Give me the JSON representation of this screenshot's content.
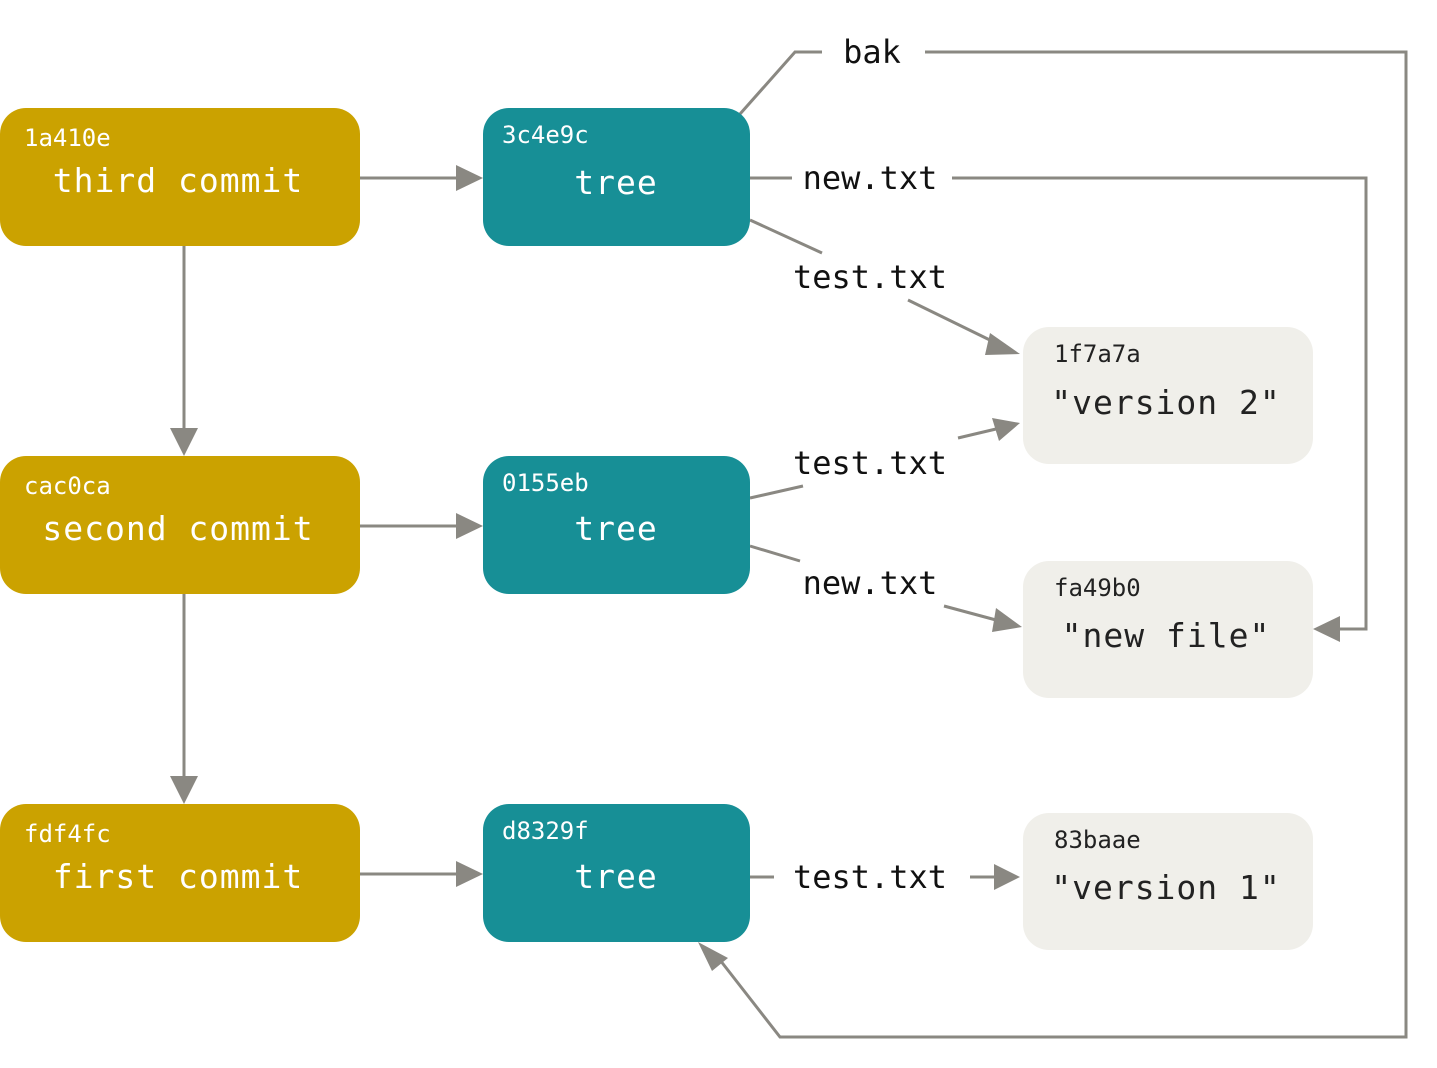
{
  "colors": {
    "commit": "#CBA200",
    "tree": "#178F96",
    "blob": "#F0EFEA",
    "line": "#8A8882",
    "light_text": "#FFFFFF",
    "dark_text": "#222222"
  },
  "commits": [
    {
      "hash": "1a410e",
      "label": "third commit"
    },
    {
      "hash": "cac0ca",
      "label": "second commit"
    },
    {
      "hash": "fdf4fc",
      "label": "first commit"
    }
  ],
  "trees": [
    {
      "hash": "3c4e9c",
      "label": "tree"
    },
    {
      "hash": "0155eb",
      "label": "tree"
    },
    {
      "hash": "d8329f",
      "label": "tree"
    }
  ],
  "blobs": [
    {
      "hash": "1f7a7a",
      "label": "\"version 2\""
    },
    {
      "hash": "fa49b0",
      "label": "\"new file\""
    },
    {
      "hash": "83baae",
      "label": "\"version 1\""
    }
  ],
  "edges": {
    "bak": "bak",
    "tree3_new": "new.txt",
    "tree3_test": "test.txt",
    "tree2_test": "test.txt",
    "tree2_new": "new.txt",
    "tree1_test": "test.txt"
  }
}
